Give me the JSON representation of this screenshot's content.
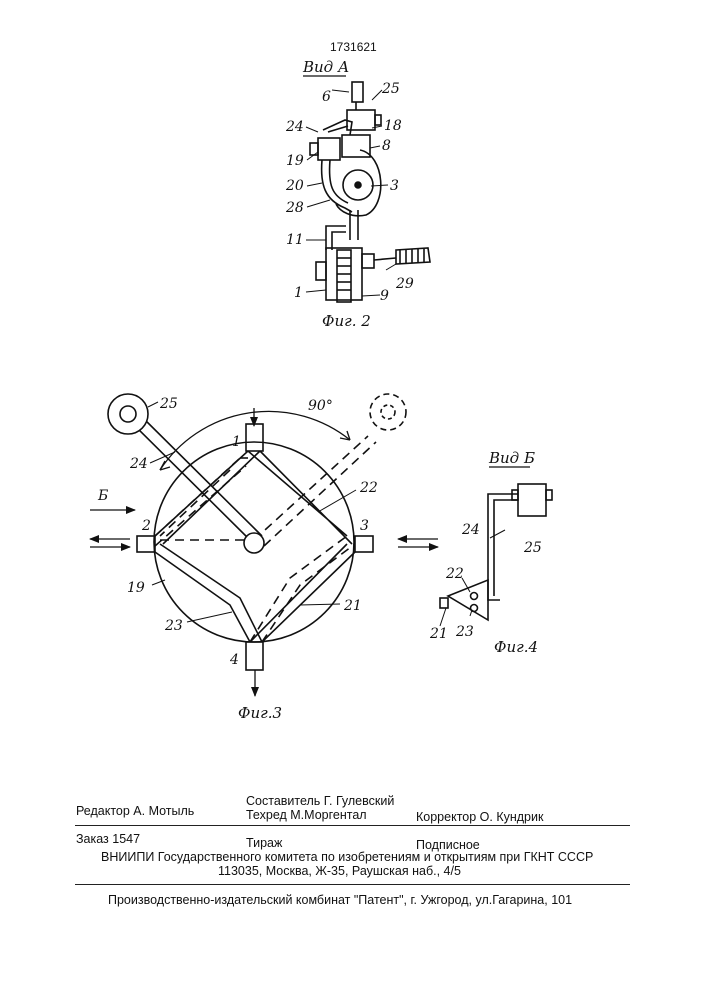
{
  "patent_number": "1731621",
  "fig2": {
    "view_label": "Вид А",
    "caption": "Фиг. 2",
    "labels": [
      "6",
      "25",
      "24",
      "18",
      "19",
      "8",
      "20",
      "3",
      "28",
      "11",
      "29",
      "1",
      "9"
    ]
  },
  "fig3": {
    "caption": "Фиг.3",
    "angle": "90°",
    "arrow_letter": "Б",
    "labels": [
      "25",
      "1",
      "24",
      "22",
      "2",
      "3",
      "19",
      "21",
      "23",
      "4"
    ]
  },
  "fig4": {
    "view_label": "Вид Б",
    "caption": "Фиг.4",
    "labels": [
      "24",
      "25",
      "22",
      "21",
      "23"
    ]
  },
  "footer": {
    "editor": "Редактор  А. Мотыль",
    "compiler": "Составитель  Г. Гулевский",
    "tech_editor": "Техред М.Моргентал",
    "proofreader": "Корректор  О. Кундрик",
    "order": "Заказ  1547",
    "circulation": "Тираж",
    "subscription": "Подписное",
    "institute": "ВНИИПИ Государственного комитета по изобретениям и открытиям при ГКНТ СССР",
    "address": "113035, Москва, Ж-35, Раушская наб., 4/5",
    "publisher": "Производственно-издательский комбинат \"Патент\", г. Ужгород, ул.Гагарина, 101"
  }
}
